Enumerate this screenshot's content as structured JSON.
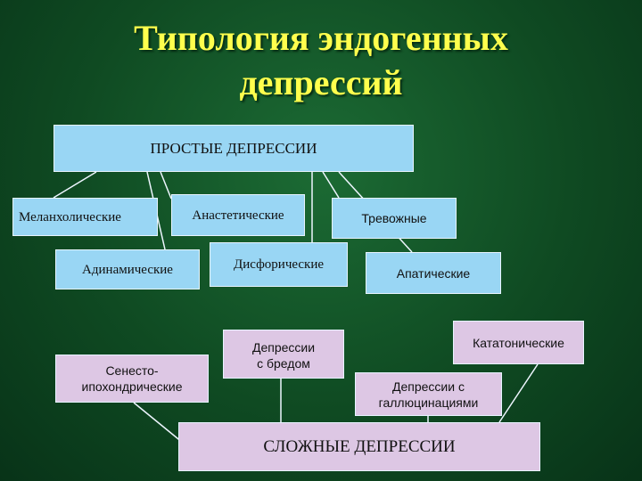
{
  "title": {
    "line1": "Типология эндогенных",
    "line2": "депрессий"
  },
  "nodes": {
    "simple": "ПРОСТЫЕ ДЕПРЕССИИ",
    "melancholic": "Меланхолические",
    "anaesthetic": "Анастетические",
    "anxious": "Тревожные",
    "adynamic": "Адинамические",
    "dysphoric": "Дисфорические",
    "apathetic": "Апатические",
    "catatonic": "Кататонические",
    "senesto_line1": "Сенесто-",
    "senesto_line2": "ипохондрические",
    "delusion_line1": "Депрессии",
    "delusion_line2": "с бредом",
    "halluc_line1": "Депрессии с",
    "halluc_line2": "галлюцинациями",
    "complex": "СЛОЖНЫЕ ДЕПРЕССИИ"
  },
  "colors": {
    "simple_group": "#99d6f4",
    "complex_group": "#ddc7e4",
    "title": "#ffff4d"
  }
}
